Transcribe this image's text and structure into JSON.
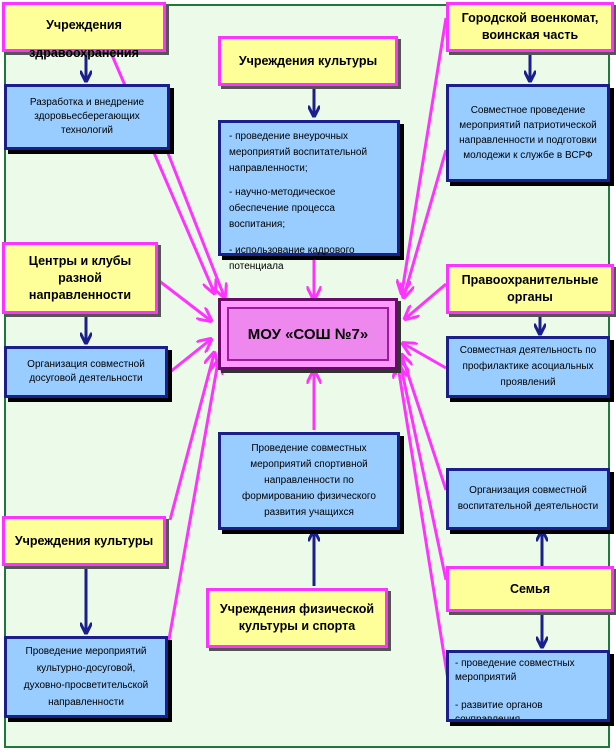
{
  "center": {
    "label": "МОУ «СОШ №7»"
  },
  "partners": {
    "health": {
      "name": "Учреждения здравоохранения",
      "activity": "Разработка и внедрение здоровьесберегающих технологий"
    },
    "culture_top": {
      "name": "Учреждения культуры",
      "activities": [
        "- проведение внеурочных мероприятий воспитательной направленности;",
        "- научно-методическое обеспечение процесса воспитания;",
        "- использование кадрового потенциала"
      ]
    },
    "military": {
      "name": "Городской военкомат, воинская часть",
      "activity": "Совместное проведение мероприятий патриотической направленности и подготовки молодежи к службе в ВСРФ"
    },
    "clubs": {
      "name": "Центры и клубы разной направленности",
      "activity": "Организация совместной досуговой деятельности"
    },
    "law": {
      "name": "Правоохранительные органы",
      "activity": "Совместная деятельность по профилактике асоциальных проявлений"
    },
    "sport": {
      "name": "Учреждения физической культуры и спорта",
      "activity": "Проведение совместных мероприятий спортивной направленности по формированию физического развития учащихся"
    },
    "culture_bottom": {
      "name": "Учреждения культуры",
      "activity": "Проведение мероприятий культурно-досуговой, духовно-просветительской направленности"
    },
    "family": {
      "name": "Семья",
      "activity": "Организация совместной воспитательной деятельности",
      "activities": [
        "- проведение совместных мероприятий",
        "- развитие органов соуправления"
      ]
    }
  },
  "colors": {
    "name_box_fill": "#ffff99",
    "name_box_border": "#ff33ff",
    "activity_box_fill": "#99ccff",
    "activity_box_border": "#1a1f8f",
    "center_fill": "#ff99ff",
    "arrow_pink": "#ff33ff",
    "arrow_navy": "#1a1f8f"
  }
}
